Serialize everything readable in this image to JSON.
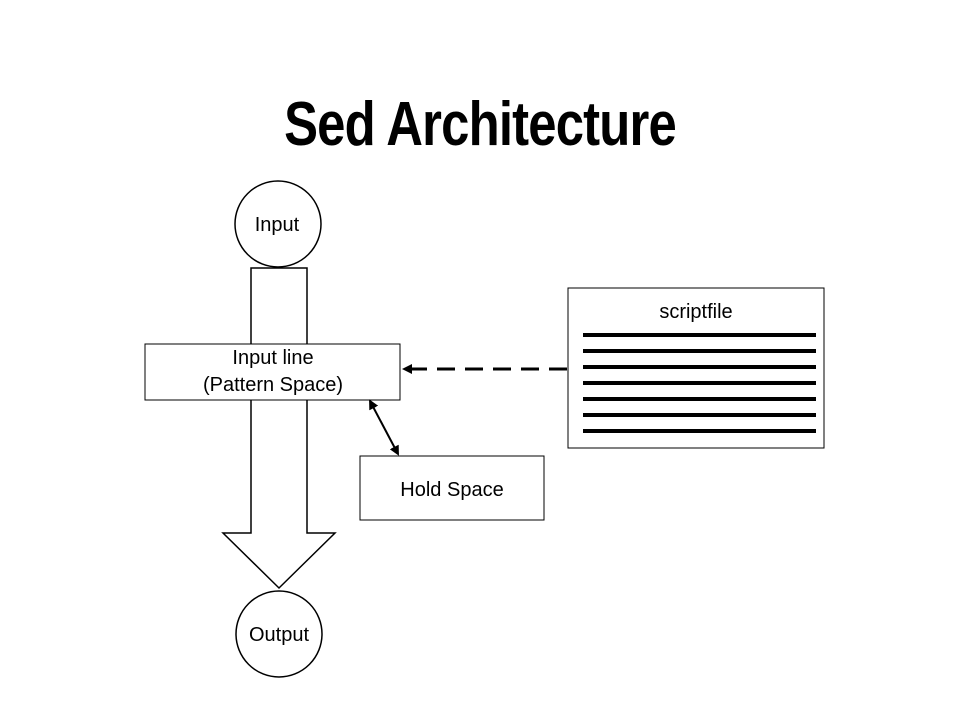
{
  "title": "Sed Architecture",
  "nodes": {
    "input": "Input",
    "output": "Output",
    "pattern_space_line1": "Input line",
    "pattern_space_line2": "(Pattern Space)",
    "hold_space": "Hold Space",
    "scriptfile": "scriptfile"
  },
  "colors": {
    "stroke": "#000000",
    "fill": "#ffffff"
  }
}
